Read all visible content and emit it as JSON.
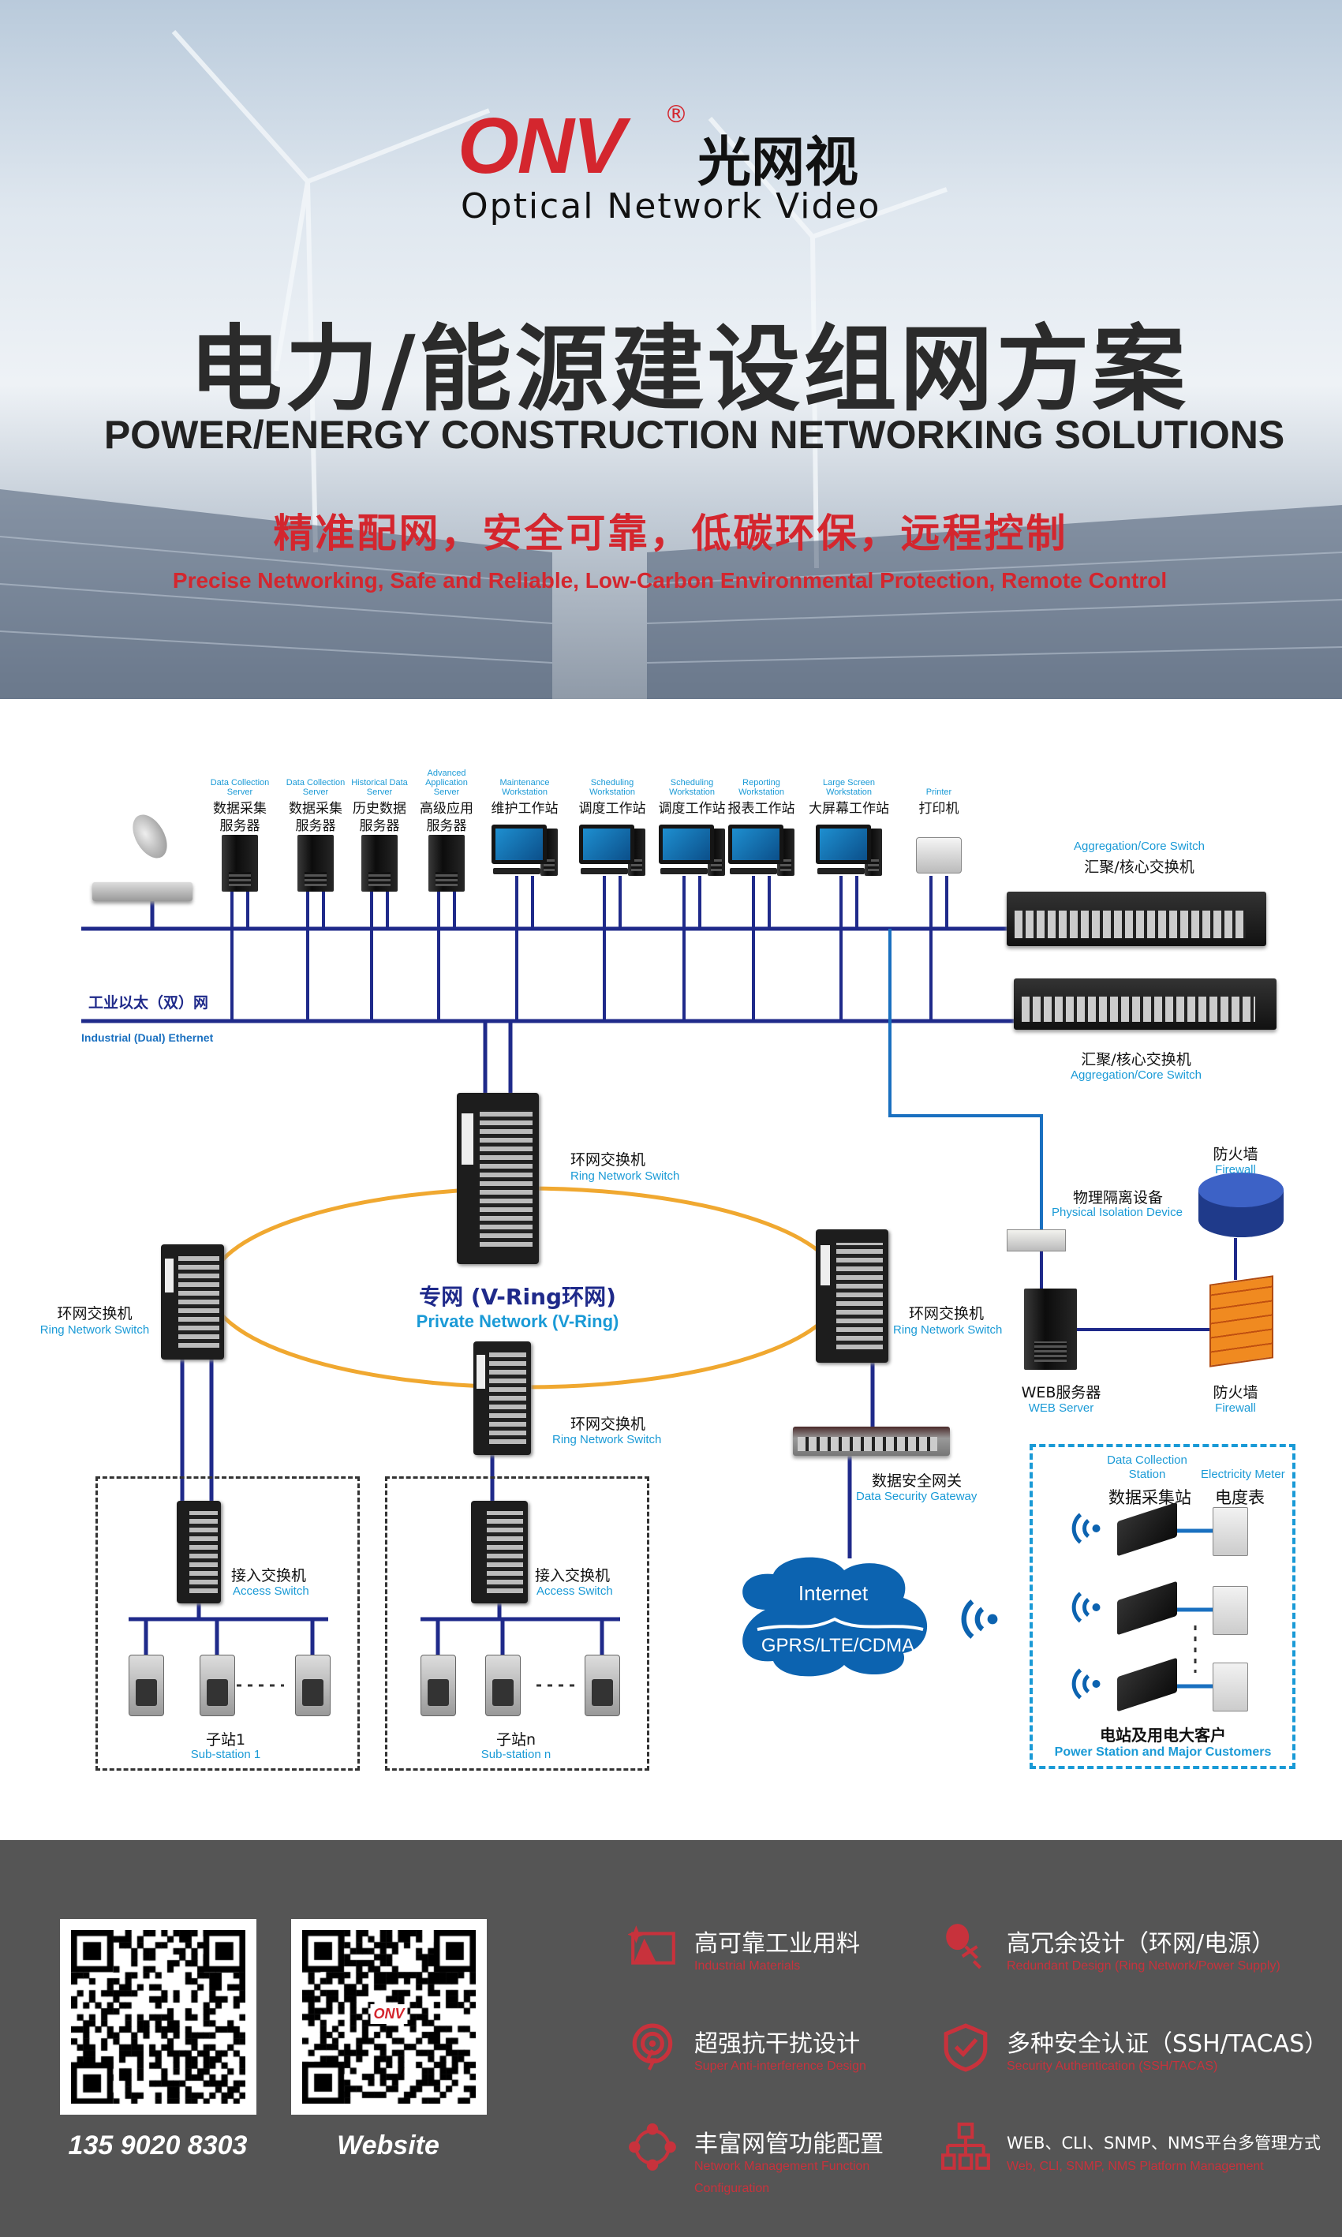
{
  "header": {
    "logo_text": "ONV",
    "logo_registered": "®",
    "logo_cn": "光网视",
    "logo_tagline": "Optical Network Video",
    "title_cn": "电力/能源建设组网方案",
    "title_en": "POWER/ENERGY CONSTRUCTION NETWORKING SOLUTIONS",
    "slogan_cn": "精准配网，安全可靠，低碳环保，远程控制",
    "slogan_en": "Precise Networking, Safe and Reliable, Low-Carbon Environmental Protection, Remote Control"
  },
  "diagram": {
    "top_devices": [
      {
        "en": "Data Collection Server",
        "zh": "数据采集\n服务器",
        "type": "server"
      },
      {
        "en": "Data Collection Server",
        "zh": "数据采集\n服务器",
        "type": "server"
      },
      {
        "en": "Historical Data Server",
        "zh": "历史数据\n服务器",
        "type": "server"
      },
      {
        "en": "Advanced Application Server",
        "zh": "高级应用\n服务器",
        "type": "server"
      },
      {
        "en": "Maintenance Workstation",
        "zh": "维护工作站",
        "type": "workstation"
      },
      {
        "en": "Scheduling Workstation",
        "zh": "调度工作站",
        "type": "workstation"
      },
      {
        "en": "Scheduling Workstation",
        "zh": "调度工作站",
        "type": "workstation"
      },
      {
        "en": "Reporting Workstation",
        "zh": "报表工作站",
        "type": "workstation"
      },
      {
        "en": "Large Screen Workstation",
        "zh": "大屏幕工作站",
        "type": "workstation"
      },
      {
        "en": "Printer",
        "zh": "打印机",
        "type": "printer"
      }
    ],
    "core_switch": {
      "en": "Aggregation/Core Switch",
      "zh": "汇聚/核心交换机"
    },
    "ethernet_cn": "工业以太（双）网",
    "ethernet_en": "Industrial (Dual) Ethernet",
    "ring_switch": {
      "zh": "环网交换机",
      "en": "Ring Network Switch"
    },
    "ring_name_cn": "专网 (V-Ring环网)",
    "ring_name_en": "Private Network (V-Ring)",
    "access_switch": {
      "zh": "接入交换机",
      "en": "Access Switch"
    },
    "substations": [
      {
        "zh": "子站1",
        "en": "Sub-station 1"
      },
      {
        "zh": "子站n",
        "en": "Sub-station n"
      }
    ],
    "gateway": {
      "zh": "数据安全网关",
      "en": "Data Security Gateway"
    },
    "internet": {
      "line1": "Internet",
      "line2": "GPRS/LTE/CDMA"
    },
    "isolation": {
      "zh": "物理隔离设备",
      "en": "Physical Isolation Device"
    },
    "web_server": {
      "zh": "WEB服务器",
      "en": "WEB Server"
    },
    "firewall": {
      "zh": "防火墙",
      "en": "Firewall"
    },
    "customers": {
      "station_en": "Data Collection Station",
      "meter_en": "Electricity Meter",
      "station_zh": "数据采集站",
      "meter_zh": "电度表",
      "title_zh": "电站及用电大客户",
      "title_en": "Power Station and Major Customers"
    },
    "colors": {
      "bus": "#1f2a8a",
      "ring": "#f0a830",
      "accent": "#1a9ad6",
      "cloud": "#0c63b0"
    }
  },
  "footer": {
    "phone": "135 9020 8303",
    "website": "Website",
    "qr_logo": "ONV",
    "features": [
      {
        "zh": "高可靠工业用料",
        "en": "Industrial Materials",
        "icon": "industrial-material-icon"
      },
      {
        "zh": "高冗余设计（环网/电源）",
        "en": "Redundant Design (Ring Network/Power Supply)",
        "icon": "redundant-plug-icon"
      },
      {
        "zh": "超强抗干扰设计",
        "en": "Super Anti-interference Design",
        "icon": "anti-interference-icon"
      },
      {
        "zh": "多种安全认证（SSH/TACAS）",
        "en": "Security Authentication (SSH/TACAS)",
        "icon": "shield-check-icon"
      },
      {
        "zh": "丰富网管功能配置",
        "en": "Network Management Function Configuration",
        "icon": "network-management-icon"
      },
      {
        "zh": "WEB、CLI、SNMP、NMS平台多管理方式",
        "en": "Web, CLI, SNMP, NMS Platform Management",
        "icon": "hierarchy-icon"
      }
    ],
    "colors": {
      "background": "#555555",
      "accent": "#c8323c"
    }
  }
}
